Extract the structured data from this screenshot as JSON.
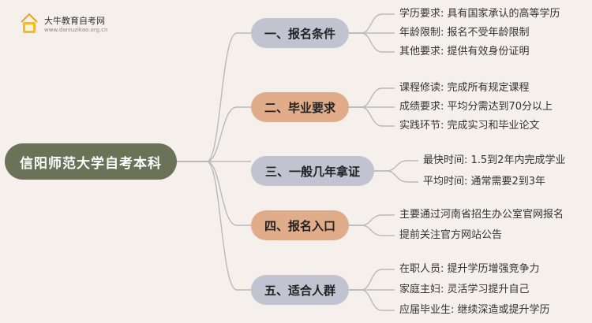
{
  "logo": {
    "name": "大牛教育自考网",
    "url": "www.daniuzikao.org.cn"
  },
  "root": {
    "label": "信阳师范大学自考本科"
  },
  "branches": [
    {
      "label": "一、报名条件",
      "color": "#c1c3d1",
      "items": [
        "学历要求: 具有国家承认的高等学历",
        "年龄限制: 报名不受年龄限制",
        "其他要求: 提供有效身份证明"
      ]
    },
    {
      "label": "二、毕业要求",
      "color": "#e1ac8a",
      "items": [
        "课程修读: 完成所有规定课程",
        "成绩要求: 平均分需达到70分以上",
        "实践环节: 完成实习和毕业论文"
      ]
    },
    {
      "label": "三、一般几年拿证",
      "color": "#c1c3d1",
      "items": [
        "最快时间: 1.5到2年内完成学业",
        "平均时间: 通常需要2到3年"
      ]
    },
    {
      "label": "四、报名入口",
      "color": "#e1ac8a",
      "items": [
        "主要通过河南省招生办公室官网报名",
        "提前关注官方网站公告"
      ]
    },
    {
      "label": "五、适合人群",
      "color": "#c1c3d1",
      "items": [
        "在职人员: 提升学历增强竞争力",
        "家庭主妇: 灵活学习提升自己",
        "应届毕业生: 继续深造或提升学历"
      ]
    }
  ]
}
